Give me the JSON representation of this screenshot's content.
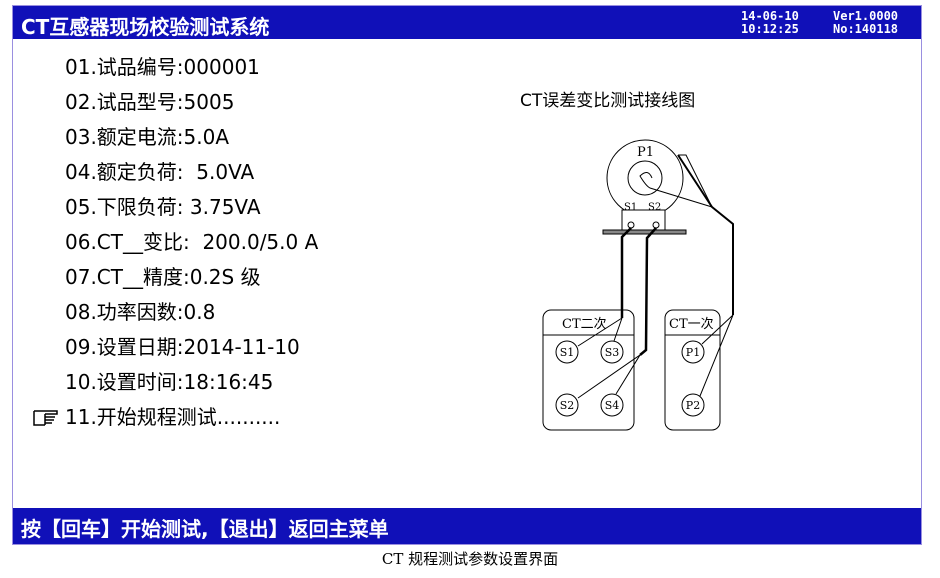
{
  "header": {
    "title": "CT互感器现场校验测试系统",
    "date": "14-06-10",
    "time": "10:12:25",
    "version": "Ver1.0000",
    "serial": "No:140118"
  },
  "items": [
    {
      "label": "01.试品编号:000001"
    },
    {
      "label": "02.试品型号:5005"
    },
    {
      "label": "03.额定电流:5.0A"
    },
    {
      "label": "04.额定负荷:  5.0VA"
    },
    {
      "label": "05.下限负荷: 3.75VA"
    },
    {
      "label": "06.CT__变比:  200.0/5.0 A"
    },
    {
      "label": "07.CT__精度:0.2S 级"
    },
    {
      "label": "08.功率因数:0.8"
    },
    {
      "label": "09.设置日期:2014-11-10"
    },
    {
      "label": "10.设置时间:18:16:45"
    },
    {
      "label": "11.开始规程测试.........."
    }
  ],
  "cursor_icon": "pointing-hand-icon",
  "diagram": {
    "title": "CT误差变比测试接线图",
    "p1": "P1",
    "s1": "S1",
    "s2": "S2",
    "secondary_box": "CT二次",
    "primary_box": "CT一次",
    "sec_terminals": [
      "S1",
      "S3",
      "S2",
      "S4"
    ],
    "pri_terminals": [
      "P1",
      "P2"
    ]
  },
  "footer": {
    "hint": "按【回车】开始测试,【退出】返回主菜单"
  },
  "caption": "CT 规程测试参数设置界面",
  "colors": {
    "bar": "#1010b8"
  }
}
